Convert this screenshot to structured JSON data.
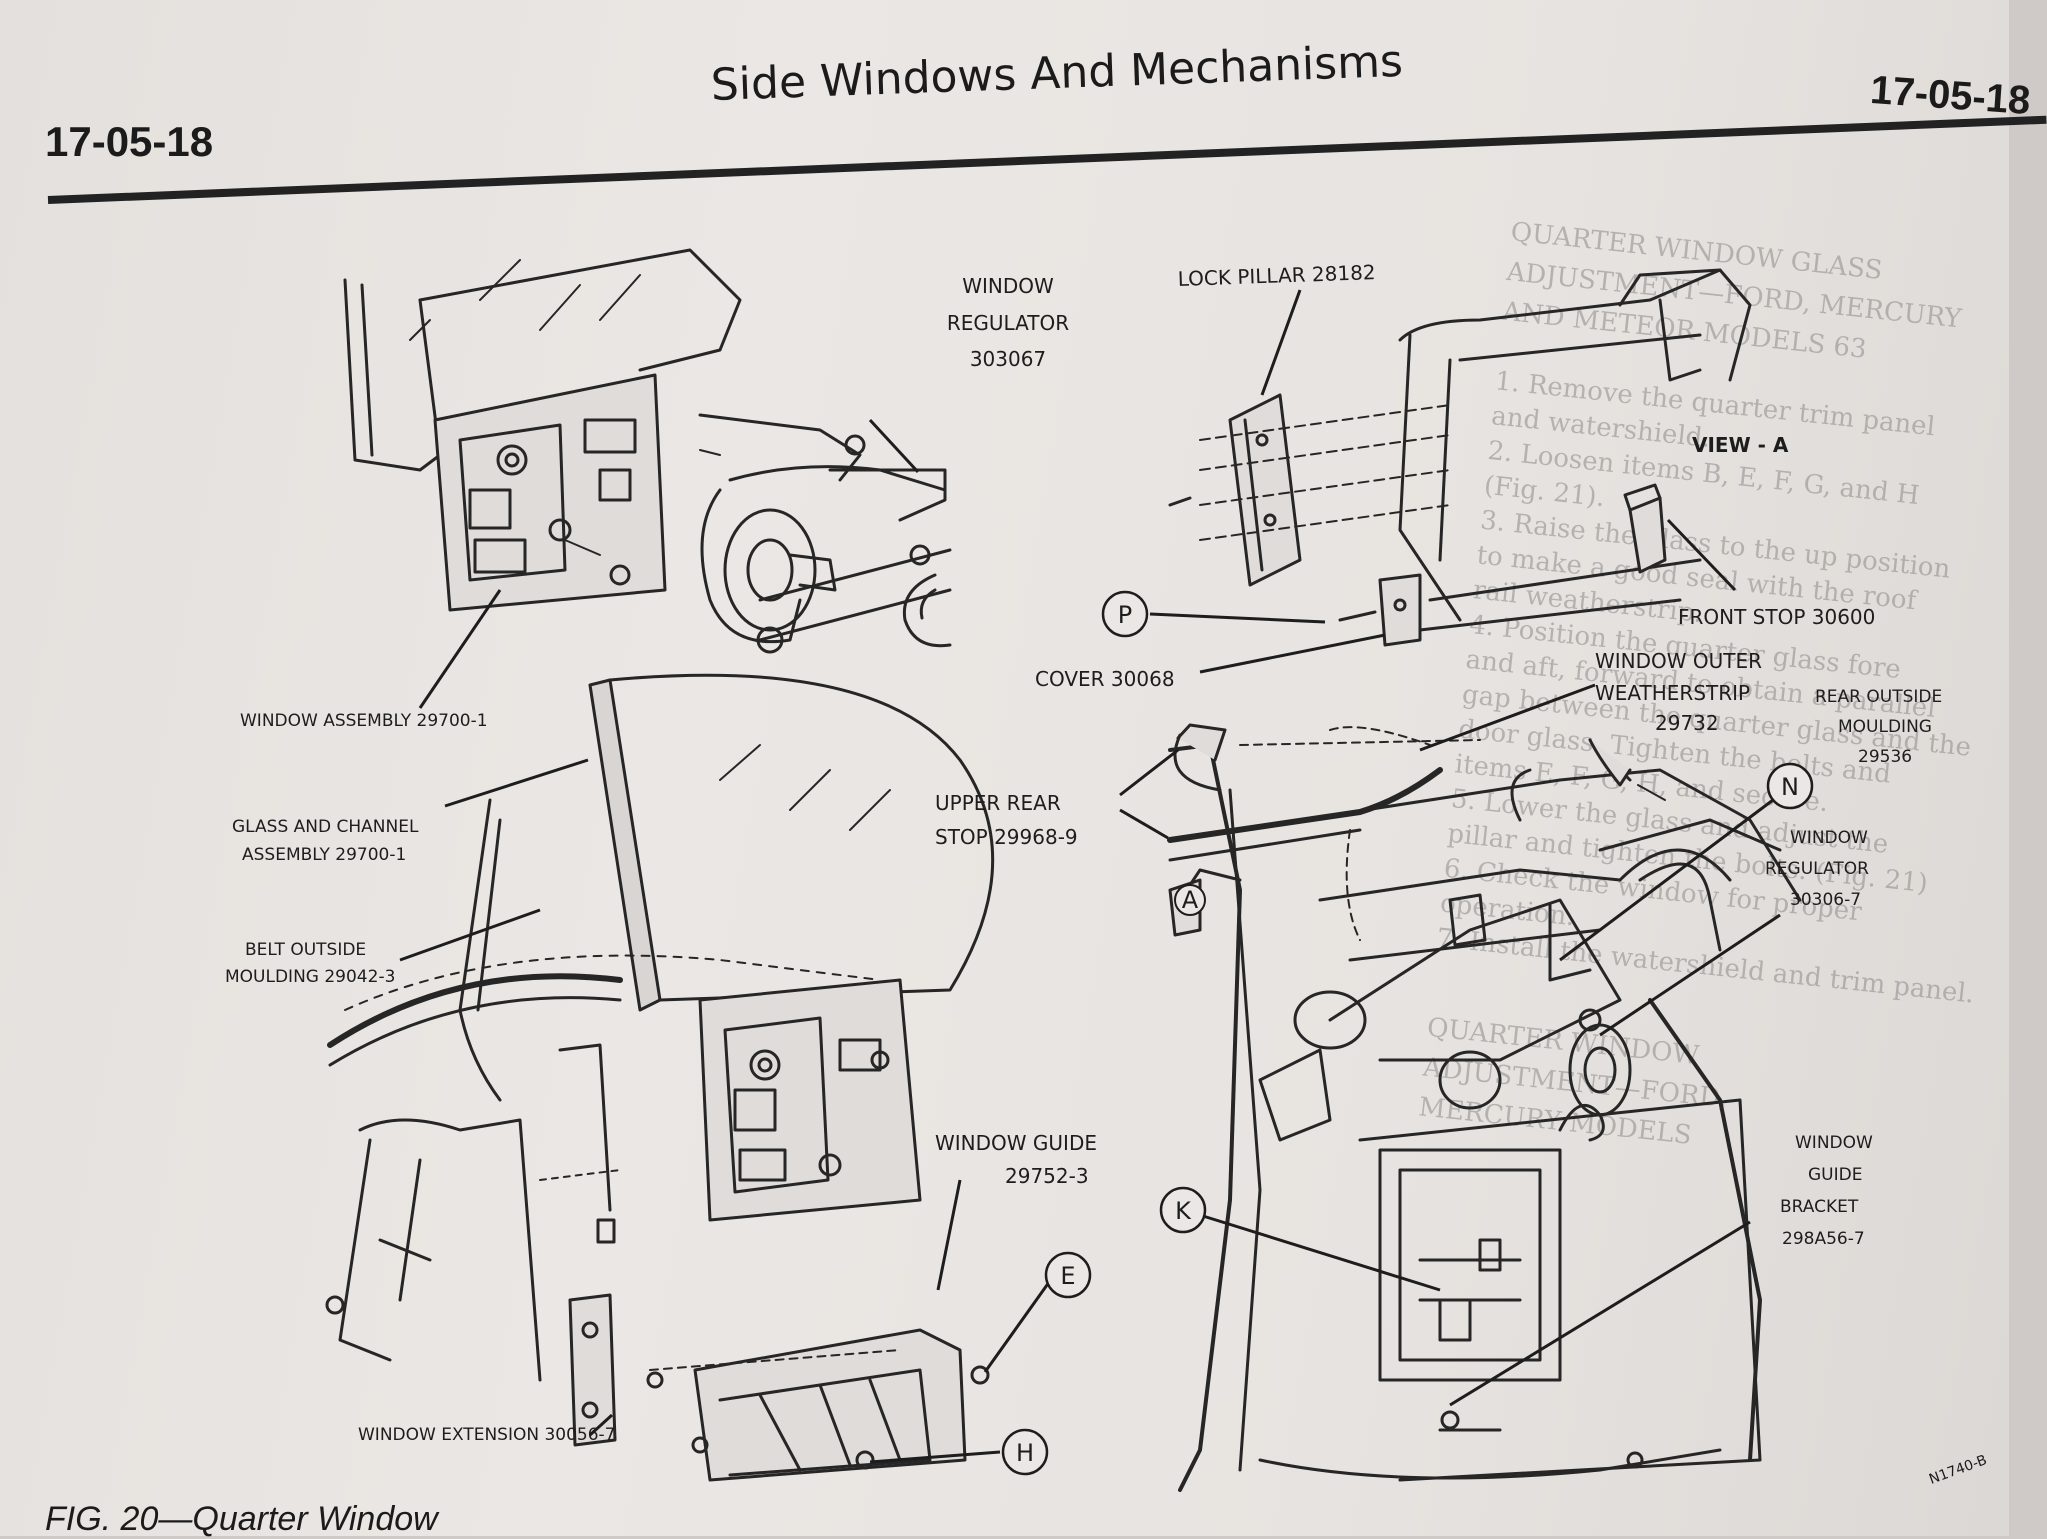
{
  "header": {
    "page_number_left": "17-05-18",
    "title": "Side Windows And Mechanisms",
    "page_number_right": "17-05-18"
  },
  "diagram": {
    "labels": {
      "window_regulator_top": [
        "WINDOW",
        "REGULATOR",
        "303067"
      ],
      "lock_pillar": "LOCK PILLAR 28182",
      "view_a": "VIEW - A",
      "front_stop": "FRONT STOP 30600",
      "cover": "COVER 30068",
      "window_assembly": "WINDOW ASSEMBLY 29700-1",
      "window_outer_weatherstrip": [
        "WINDOW OUTER",
        "WEATHERSTRIP",
        "29732"
      ],
      "rear_outside_moulding": [
        "REAR OUTSIDE",
        "MOULDING",
        "29536"
      ],
      "glass_and_channel": [
        "GLASS AND CHANNEL",
        "ASSEMBLY 29700-1"
      ],
      "upper_rear_stop": [
        "UPPER REAR",
        "STOP 29968-9"
      ],
      "window_regulator_right": [
        "WINDOW",
        "REGULATOR",
        "30306-7"
      ],
      "belt_outside_moulding": [
        "BELT OUTSIDE",
        "MOULDING 29042-3"
      ],
      "window_guide": [
        "WINDOW GUIDE",
        "29752-3"
      ],
      "window_guide_bracket": [
        "WINDOW",
        "GUIDE",
        "BRACKET",
        "298A56-7"
      ],
      "window_extension": "WINDOW EXTENSION 30056-7"
    },
    "letters": {
      "p": "P",
      "n": "N",
      "a": "A",
      "k": "K",
      "e": "E",
      "h": "H"
    }
  },
  "bleed_text": {
    "heading": [
      "QUARTER WINDOW GLASS",
      "ADJUSTMENT—FORD, MERCURY",
      "AND METEOR MODELS 63"
    ],
    "lines": [
      "1. Remove the quarter trim panel",
      "and watershield.",
      "2. Loosen items B, E, F, G, and H",
      "(Fig. 21).",
      "3. Raise the glass to the up position",
      "to make a good seal with the roof",
      "rail weatherstrip.",
      "4. Position the quarter glass fore",
      "and aft, forward to obtain a parallel",
      "gap between the quarter glass and the",
      "door glass. Tighten the bolts and",
      "items E, F, G, H, and secure.",
      "5. Lower the glass and adjust the",
      "pillar and tighten the bolts. (Fig. 21)",
      "6. Check the window for proper",
      "operation.",
      "7. Install the watershield and trim panel."
    ],
    "heading2": [
      "QUARTER WINDOW",
      "ADJUSTMENT—FORD,",
      "MERCURY MODELS"
    ]
  },
  "footer": {
    "caption": "FIG. 20—Quarter Window",
    "figure_id": "N1740-B"
  }
}
